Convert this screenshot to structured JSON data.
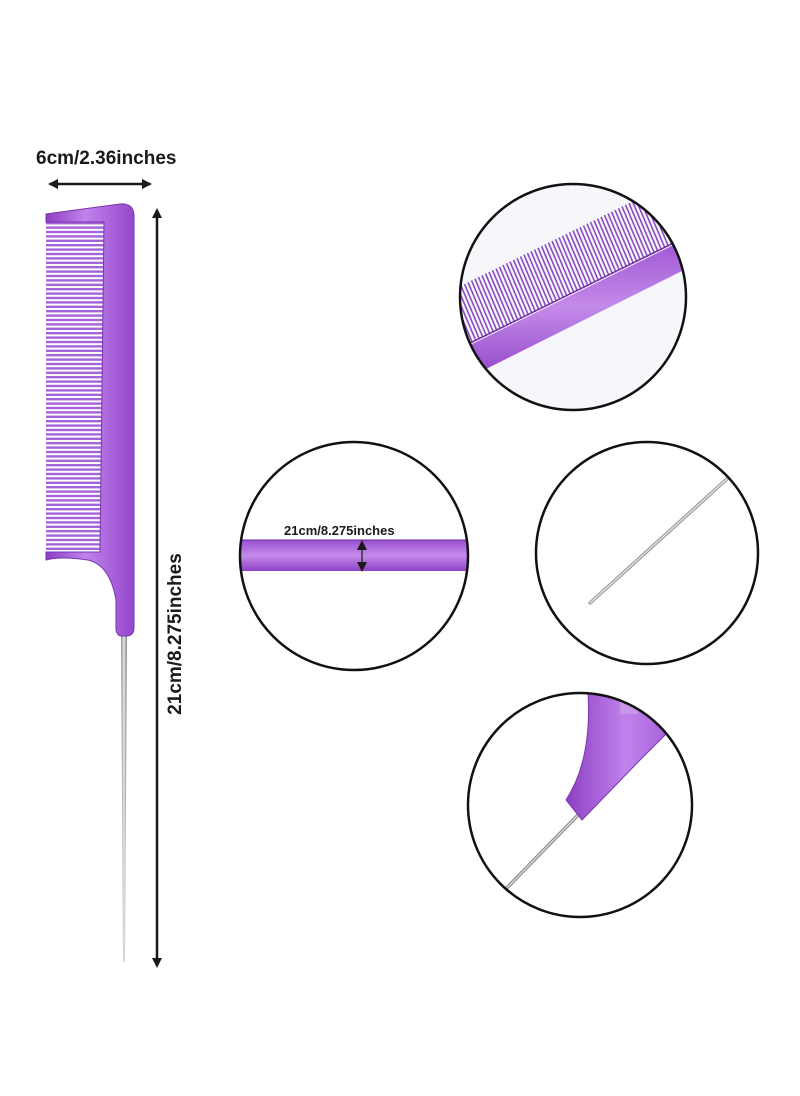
{
  "dimensions": {
    "width_label": "6cm/2.36inches",
    "height_label": "21cm/8.275inches",
    "thickness_label": "21cm/8.275inches"
  },
  "product": {
    "item": "rat tail comb",
    "comb_color": "#a65ad6",
    "pin_color": "#b8b8b8"
  },
  "detail_views": [
    "comb-teeth-closeup",
    "handle-thickness-closeup",
    "pin-tip-closeup",
    "handle-pin-junction-closeup"
  ]
}
